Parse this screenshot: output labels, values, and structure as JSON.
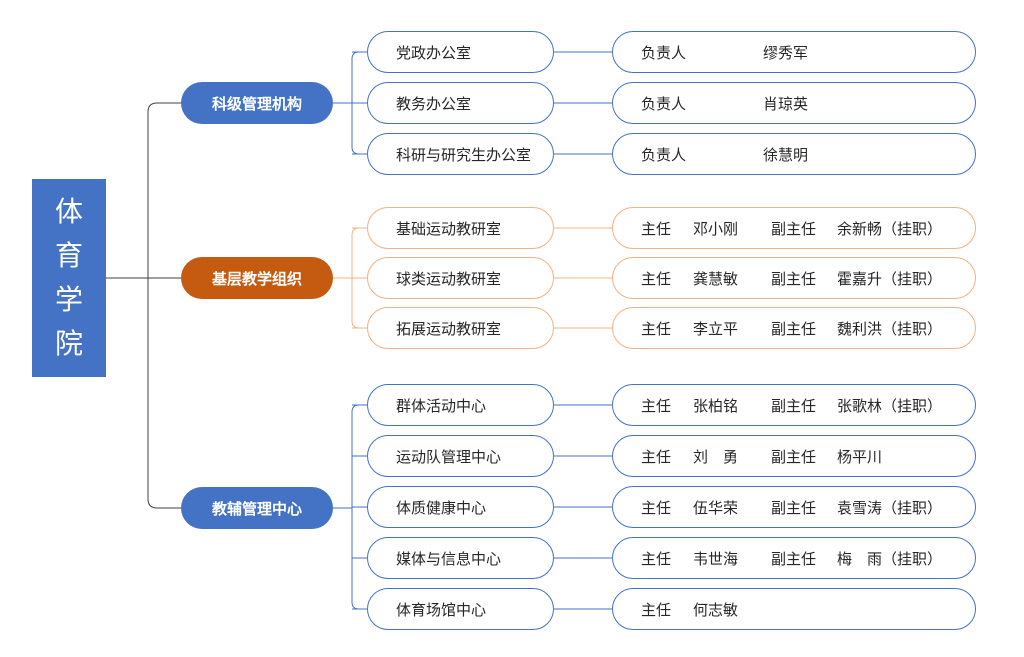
{
  "root": {
    "title": "体育学院"
  },
  "colors": {
    "blue": "#4472c4",
    "orange": "#c55a11",
    "light_orange": "#f4b183",
    "line_gray": "#404040"
  },
  "groups": [
    {
      "name": "科级管理机构",
      "color": "blue",
      "units": [
        {
          "name": "党政办公室",
          "leader": {
            "role1": "负责人",
            "person1": "缪秀军"
          }
        },
        {
          "name": "教务办公室",
          "leader": {
            "role1": "负责人",
            "person1": "肖琼英"
          }
        },
        {
          "name": "科研与研究生办公室",
          "leader": {
            "role1": "负责人",
            "person1": "徐慧明"
          }
        }
      ]
    },
    {
      "name": "基层教学组织",
      "color": "orange",
      "units": [
        {
          "name": "基础运动教研室",
          "leader": {
            "role1": "主任",
            "person1": "邓小刚",
            "role2": "副主任",
            "person2": "余新畅（挂职）"
          }
        },
        {
          "name": "球类运动教研室",
          "leader": {
            "role1": "主任",
            "person1": "龚慧敏",
            "role2": "副主任",
            "person2": "霍嘉升（挂职）"
          }
        },
        {
          "name": "拓展运动教研室",
          "leader": {
            "role1": "主任",
            "person1": "李立平",
            "role2": "副主任",
            "person2": "魏利洪（挂职）"
          }
        }
      ]
    },
    {
      "name": "教辅管理中心",
      "color": "blue",
      "units": [
        {
          "name": "群体活动中心",
          "leader": {
            "role1": "主任",
            "person1": "张柏铭",
            "role2": "副主任",
            "person2": "张歌林（挂职）"
          }
        },
        {
          "name": "运动队管理中心",
          "leader": {
            "role1": "主任",
            "person1": "刘　勇",
            "role2": "副主任",
            "person2": "杨平川"
          }
        },
        {
          "name": "体质健康中心",
          "leader": {
            "role1": "主任",
            "person1": "伍华荣",
            "role2": "副主任",
            "person2": "袁雪涛（挂职）"
          }
        },
        {
          "name": "媒体与信息中心",
          "leader": {
            "role1": "主任",
            "person1": "韦世海",
            "role2": "副主任",
            "person2": "梅　雨（挂职）"
          }
        },
        {
          "name": "体育场馆中心",
          "leader": {
            "role1": "主任",
            "person1": "何志敏"
          }
        }
      ]
    }
  ]
}
